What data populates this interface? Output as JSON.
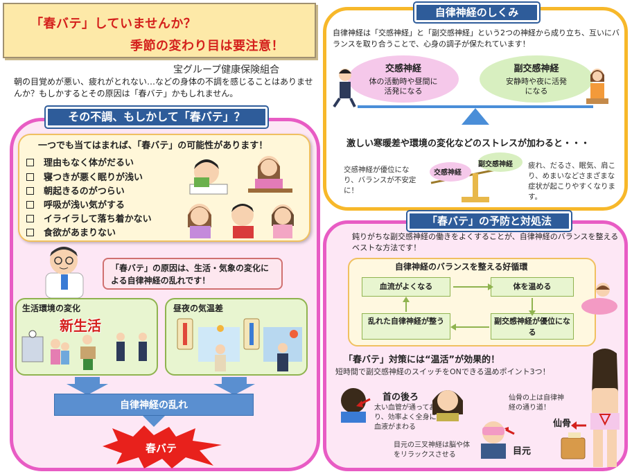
{
  "title": {
    "line1": "「春バテ」していませんか？",
    "line2": "季節の変わり目は要注意！"
  },
  "org": "宝グループ健康保険組合",
  "intro": "朝の目覚めが悪い、疲れがとれない…などの身体の不調を感じることはありませんか？もしかするとその原因は「春バテ」かもしれません。",
  "left": {
    "header": "その不調、もしかして「春バテ」？",
    "check_title": "一つでも当てはまれば、「春バテ」の可能性があります！",
    "checks": [
      "理由もなく体がだるい",
      "寝つきが悪く眠りが浅い",
      "朝起きるのがつらい",
      "呼吸が浅い気がする",
      "イライラして落ち着かない",
      "食欲があまりない"
    ],
    "doctor_bubble": "「春バテ」の原因は、生活・気象の変化による自律神経の乱れです！",
    "box1_title": "生活環境の変化",
    "box1_sign": "新生活",
    "box2_title": "昼夜の気温差",
    "autonomic_bar": "自律神経の乱れ",
    "result": "春バテ"
  },
  "right_top": {
    "header": "自律神経のしくみ",
    "desc": "自律神経は「交感神経」と「副交感神経」という2つの神経から成り立ち、互いにバランスを取り合うことで、心身の調子が保たれています！",
    "sym_title": "交感神経",
    "sym_sub": "体の活動時や昼間に活発になる",
    "para_title": "副交感神経",
    "para_sub": "安静時や夜に活発になる",
    "stress": "激しい寒暖差や環境の変化などのストレスが加わると・・・",
    "left_note": "交感神経が優位になり、バランスが不安定に！",
    "scale_left": "交感神経",
    "scale_right": "副交感神経",
    "right_note": "疲れ、だるさ、眠気、肩こり、めまいなどさまざまな症状が起こりやすくなります。"
  },
  "right_bot": {
    "header": "「春バテ」の予防と対処法",
    "desc": "鈍りがちな副交感神経の働きをよくすることが、自律神経のバランスを整えるベストな方法です！",
    "cycle_title": "自律神経のバランスを整える好循環",
    "cycle": {
      "blood": "血流がよくなる",
      "warm": "体を温める",
      "para": "副交感神経が優位になる",
      "disorder": "乱れた自律神経が整う"
    },
    "onkatsu": "「春バテ」対策には“温活”が効果的！",
    "onkatsu_sub": "短時間で副交感神経のスイッチをONできる温めポイント3つ！",
    "neck_label": "首の後ろ",
    "neck_note": "太い血管が通っており、効率よく全身に血液がまわる",
    "sacrum_note": "仙骨の上は自律神経の通り道！",
    "sacrum_label": "仙骨",
    "eye_note": "目元の三叉神経は脳や体をリラックスさせる",
    "eye_label": "目元"
  }
}
